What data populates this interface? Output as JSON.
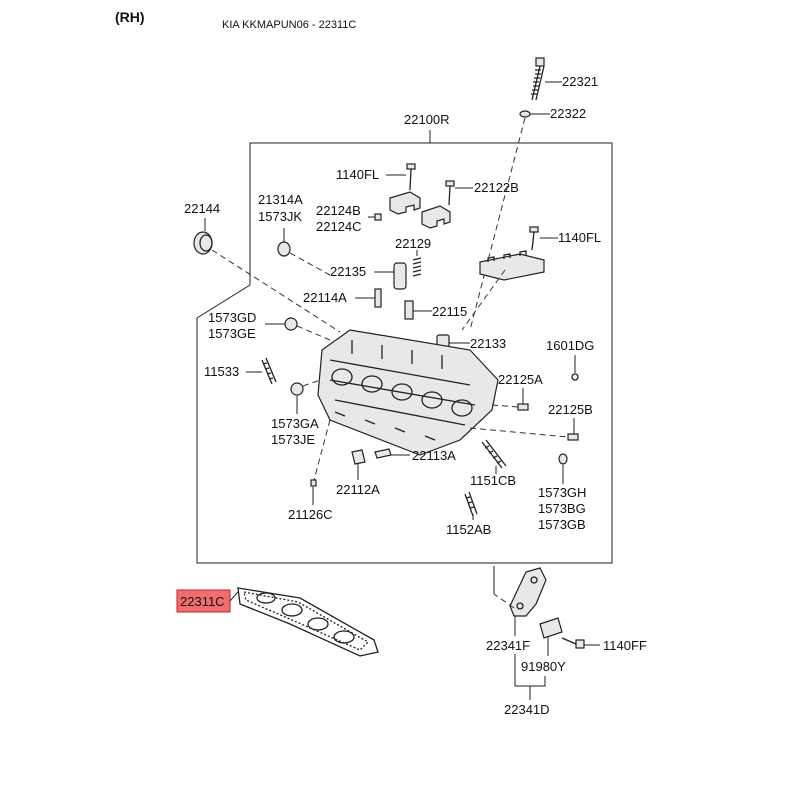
{
  "header": {
    "side": "(RH)",
    "title": "KIA KKMAPUN06 - 22311C"
  },
  "highlight_color": "#f26d6d",
  "labels": {
    "l22321": "22321",
    "l22322": "22322",
    "l22100R": "22100R",
    "l1140FL_a": "1140FL",
    "l22122B": "22122B",
    "l22144": "22144",
    "l21314A": "21314A",
    "l1573JK": "1573JK",
    "l22124B": "22124B",
    "l22124C": "22124C",
    "l1140FL_b": "1140FL",
    "l22129": "22129",
    "l22135": "22135",
    "l22114A": "22114A",
    "l22115": "22115",
    "l1573GD": "1573GD",
    "l1573GE": "1573GE",
    "l22133": "22133",
    "l1601DG": "1601DG",
    "l11533": "11533",
    "l22125A": "22125A",
    "l22125B": "22125B",
    "l1573GA": "1573GA",
    "l1573JE": "1573JE",
    "l22113A": "22113A",
    "l1151CB": "1151CB",
    "l22112A": "22112A",
    "l1573GH": "1573GH",
    "l1573BG": "1573BG",
    "l1573GB": "1573GB",
    "l21126C": "21126C",
    "l1152AB": "1152AB",
    "l22311C": "22311C",
    "l22341F": "22341F",
    "l1140FF": "1140FF",
    "l91980Y": "91980Y",
    "l22341D": "22341D"
  }
}
